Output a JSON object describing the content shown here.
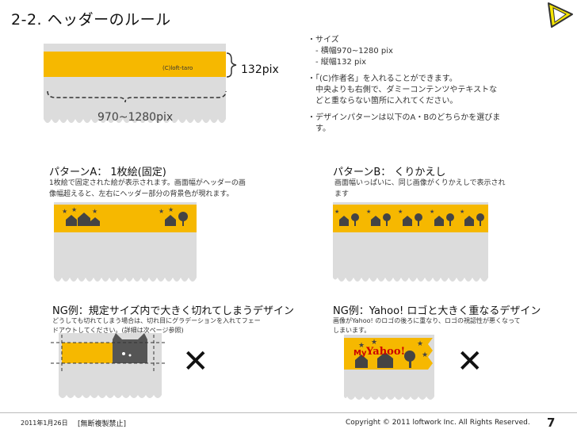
{
  "title": "2-2. ヘッダーのルール",
  "diagram": {
    "credit": "(C)loft-taro",
    "height_label": "132pix",
    "width_label": "970~1280pix"
  },
  "notes": {
    "b1_head": "・サイズ",
    "b1_l1": "- 横幅970~1280 pix",
    "b1_l2": "- 縦幅132 pix",
    "b2_head": "・「(C)作者名」を入れることができます。",
    "b2_l1": "中央よりも右側で、ダミーコンテンツやテキストな",
    "b2_l2": "どと重ならない箇所に入れてください。",
    "b3_head": "・デザインパターンは以下のA・Bのどちらかを選びま",
    "b3_l1": "す。"
  },
  "pattern_a": {
    "title": "パターンA： 1枚絵(固定)",
    "desc1": "1枚絵で固定された絵が表示されます。画面幅がヘッダーの画",
    "desc2": "像幅超えると、左右にヘッダー部分の背景色が現れます。"
  },
  "pattern_b": {
    "title": "パターンB： くりかえし",
    "desc1": "画面幅いっぱいに、同じ画像がくりかえしで表示され",
    "desc2": "ます"
  },
  "ng_a": {
    "title": "NG例：規定サイズ内で大きく切れてしまうデザイン",
    "desc1": "どうしても切れてしまう場合は、切れ目にグラデーションを入れてフェー",
    "desc2": "ドアウトしてください。(詳細は次ページ参照)"
  },
  "ng_b": {
    "title": "NG例：Yahoo! ロゴと大きく重なるデザイン",
    "desc1": "画像がYahoo! のロゴの後ろに重なり、ロゴの視認性が悪くなって",
    "desc2": "しまいます。",
    "logo_my": "My",
    "logo_yahoo": "Yahoo!"
  },
  "footer": {
    "date": "2011年1月26日",
    "notice": "[無断複製禁止]",
    "copyright": "Copyright © 2011 loftwork Inc. All Rights Reserved.",
    "page": "7"
  },
  "colors": {
    "yellow": "#f6b800",
    "gray": "#dcdcdc",
    "dark": "#222222"
  }
}
